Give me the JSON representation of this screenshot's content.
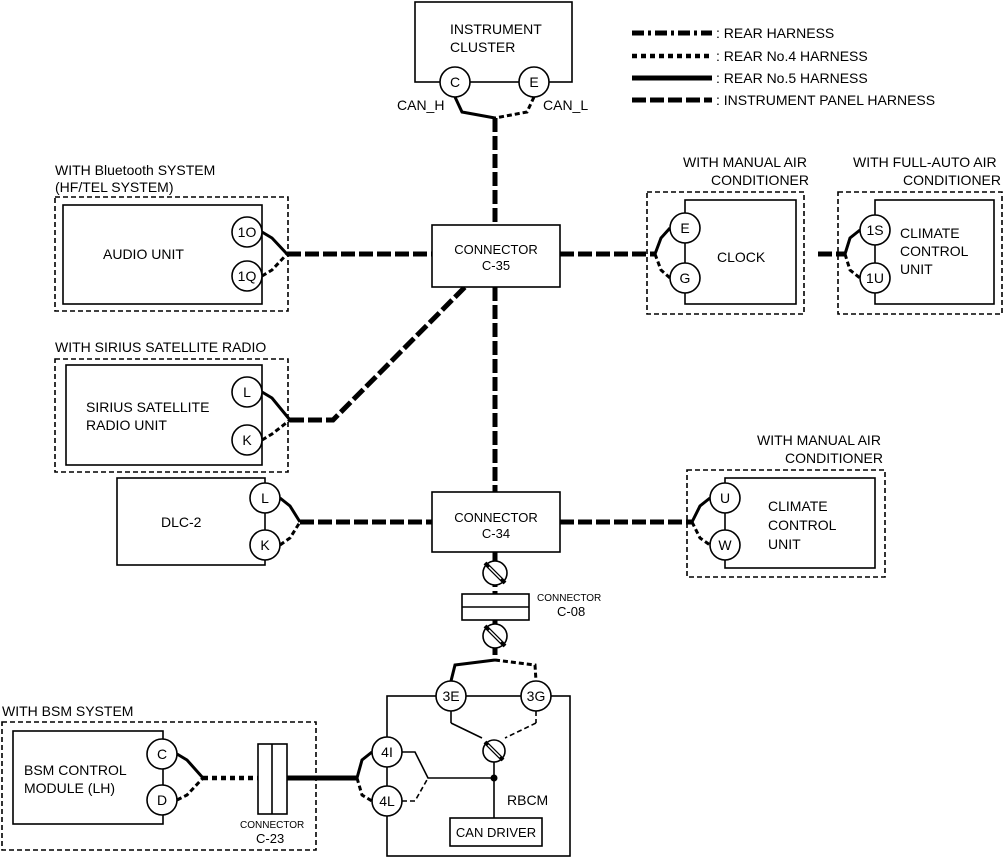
{
  "legend": {
    "rear": ": REAR HARNESS",
    "rear_no4": ": REAR No.4 HARNESS",
    "rear_no5": ": REAR No.5 HARNESS",
    "instrument_panel": ": INSTRUMENT PANEL HARNESS"
  },
  "instrument_cluster": {
    "line1": "INSTRUMENT",
    "line2": "CLUSTER",
    "pin_c": "C",
    "pin_e": "E",
    "can_h": "CAN_H",
    "can_l": "CAN_L"
  },
  "bluetooth_group": {
    "caption1": "WITH Bluetooth SYSTEM",
    "caption2": "(HF/TEL SYSTEM)",
    "unit": "AUDIO UNIT",
    "pin_top": "1O",
    "pin_bottom": "1Q"
  },
  "connector_c35": {
    "line1": "CONNECTOR",
    "line2": "C-35"
  },
  "clock_group": {
    "caption1": "WITH MANUAL AIR",
    "caption2": "CONDITIONER",
    "unit": "CLOCK",
    "pin_top": "E",
    "pin_bottom": "G"
  },
  "full_auto_group": {
    "caption1": "WITH FULL-AUTO AIR",
    "caption2": "CONDITIONER",
    "unit1": "CLIMATE",
    "unit2": "CONTROL",
    "unit3": "UNIT",
    "pin_top": "1S",
    "pin_bottom": "1U"
  },
  "sirius_group": {
    "caption": "WITH SIRIUS SATELLITE RADIO",
    "unit1": "SIRIUS SATELLITE",
    "unit2": "RADIO UNIT",
    "pin_top": "L",
    "pin_bottom": "K"
  },
  "dlc2": {
    "unit": "DLC-2",
    "pin_top": "L",
    "pin_bottom": "K"
  },
  "connector_c34": {
    "line1": "CONNECTOR",
    "line2": "C-34"
  },
  "manual_climate_group": {
    "caption1": "WITH MANUAL AIR",
    "caption2": "CONDITIONER",
    "unit1": "CLIMATE",
    "unit2": "CONTROL",
    "unit3": "UNIT",
    "pin_top": "U",
    "pin_bottom": "W"
  },
  "connector_c08": {
    "line1": "CONNECTOR",
    "line2": "C-08"
  },
  "rbcm": {
    "label": "RBCM",
    "can_driver": "CAN DRIVER",
    "pin_3e": "3E",
    "pin_3g": "3G",
    "pin_4i": "4I",
    "pin_4l": "4L"
  },
  "bsm_group": {
    "caption": "WITH BSM SYSTEM",
    "unit1": "BSM CONTROL",
    "unit2": "MODULE (LH)",
    "pin_top": "C",
    "pin_bottom": "D"
  },
  "connector_c23": {
    "line1": "CONNECTOR",
    "line2": "C-23"
  }
}
